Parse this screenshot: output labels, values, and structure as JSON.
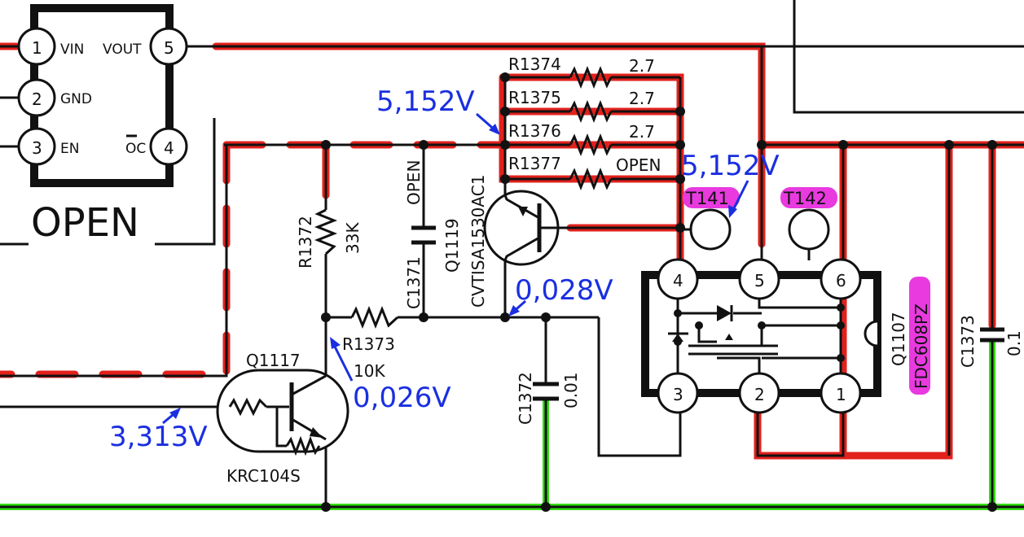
{
  "regulator": {
    "pins": [
      {
        "num": "1",
        "name": "VIN"
      },
      {
        "num": "2",
        "name": "GND"
      },
      {
        "num": "3",
        "name": "EN"
      },
      {
        "num": "5",
        "name": "VOUT"
      },
      {
        "num": "4",
        "name": "OC"
      }
    ],
    "status": "OPEN"
  },
  "resistors": [
    {
      "ref": "R1374",
      "value": "2.7"
    },
    {
      "ref": "R1375",
      "value": "2.7"
    },
    {
      "ref": "R1376",
      "value": "2.7"
    },
    {
      "ref": "R1377",
      "value": "OPEN"
    }
  ],
  "r1372": {
    "ref": "R1372",
    "value": "33K"
  },
  "r1373": {
    "ref": "R1373",
    "value": "10K"
  },
  "c1371": {
    "ref": "C1371",
    "value": "OPEN"
  },
  "c1372": {
    "ref": "C1372",
    "value": "0.01"
  },
  "c1373": {
    "ref": "C1373",
    "value": "0.1"
  },
  "q1119": {
    "ref": "Q1119",
    "part": "CVTISA1530AC1"
  },
  "q1117": {
    "ref": "Q1117",
    "part": "KRC104S"
  },
  "q1107": {
    "ref": "Q1107",
    "part": "FDC608PZ",
    "pins": [
      "4",
      "5",
      "6",
      "3",
      "2",
      "1"
    ]
  },
  "testpoints": {
    "t141": "T141",
    "t142": "T142"
  },
  "voltages": {
    "v_emitter": "5,152V",
    "v_t141": "5,152V",
    "v_base": "0,028V",
    "v_collector": "0,026V",
    "v_input": "3,313V"
  },
  "colors": {
    "probe": "#1a2fe0",
    "power_trace": "#e2211c",
    "ground_trace": "#33dd11",
    "highlight": "#e83adf"
  }
}
